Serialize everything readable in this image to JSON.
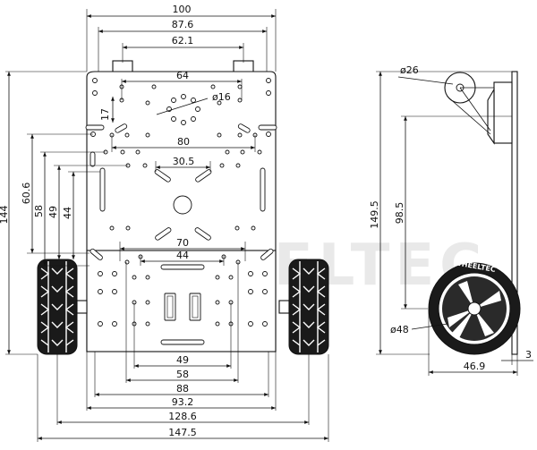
{
  "watermark": "WHEELTEC",
  "wheel_logo": "WHEELTEC",
  "top_dimensions": [
    "100",
    "87.6",
    "62.1",
    "64"
  ],
  "hole_dimension": "ø16",
  "plate_dimensions": {
    "d17": "17",
    "d80": "80",
    "d30_5": "30.5",
    "d70": "70",
    "d44": "44"
  },
  "left_dimensions": [
    "144",
    "60.6",
    "58",
    "49",
    "44"
  ],
  "bottom_dimensions": [
    "49",
    "58",
    "88",
    "93.2",
    "128.6",
    "147.5"
  ],
  "side_view": {
    "d26": "ø26",
    "d149_5": "149.5",
    "d98_5": "98.5",
    "d48": "ø48",
    "d3": "3",
    "d46_9": "46.9"
  }
}
